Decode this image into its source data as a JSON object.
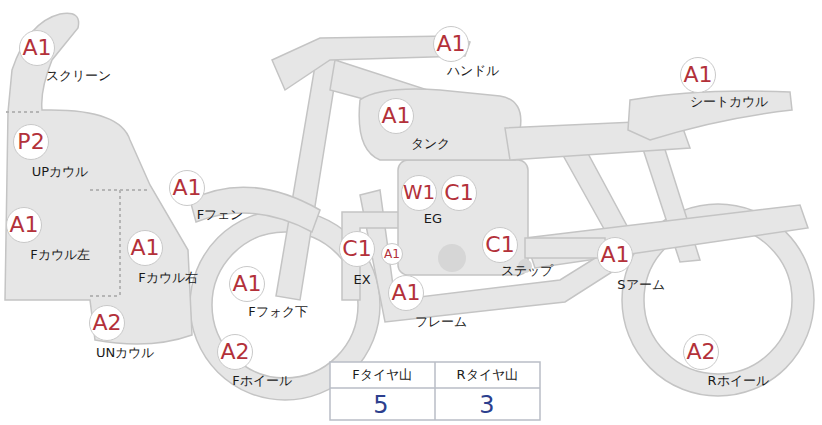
{
  "diagram": {
    "nodes": [
      {
        "text": [
          "A1",
          "スクリーン"
        ]
      },
      {
        "text": [
          "A1",
          "ハンドル"
        ]
      },
      {
        "text": [
          "A1",
          "シートカウル"
        ]
      },
      {
        "text": [
          "A1",
          "タンク"
        ]
      },
      {
        "text": [
          "P2",
          "UPカウル"
        ]
      },
      {
        "text": [
          "A1",
          "Fフェン"
        ]
      },
      {
        "text": [
          "W1",
          "EG"
        ]
      },
      {
        "text": [
          "C1"
        ]
      },
      {
        "text": [
          "A1",
          "Fカウル左"
        ]
      },
      {
        "text": [
          "A1",
          "Fカウル右"
        ]
      },
      {
        "text": [
          "C1",
          "EX"
        ]
      },
      {
        "text": [
          "A1"
        ]
      },
      {
        "text": [
          "C1",
          "ステップ"
        ]
      },
      {
        "text": [
          "A1",
          "Sアーム"
        ]
      },
      {
        "text": [
          "A1",
          "Fフォク下"
        ]
      },
      {
        "text": [
          "A1",
          "フレーム"
        ]
      },
      {
        "text": [
          "A2",
          "UNカウル"
        ]
      },
      {
        "text": [
          "A2",
          "Fホイール"
        ]
      },
      {
        "text": [
          "A2",
          "Rホイール"
        ]
      }
    ],
    "labels": [
      "Fタイヤ山",
      "Rタイヤ山",
      "5",
      "3"
    ]
  }
}
